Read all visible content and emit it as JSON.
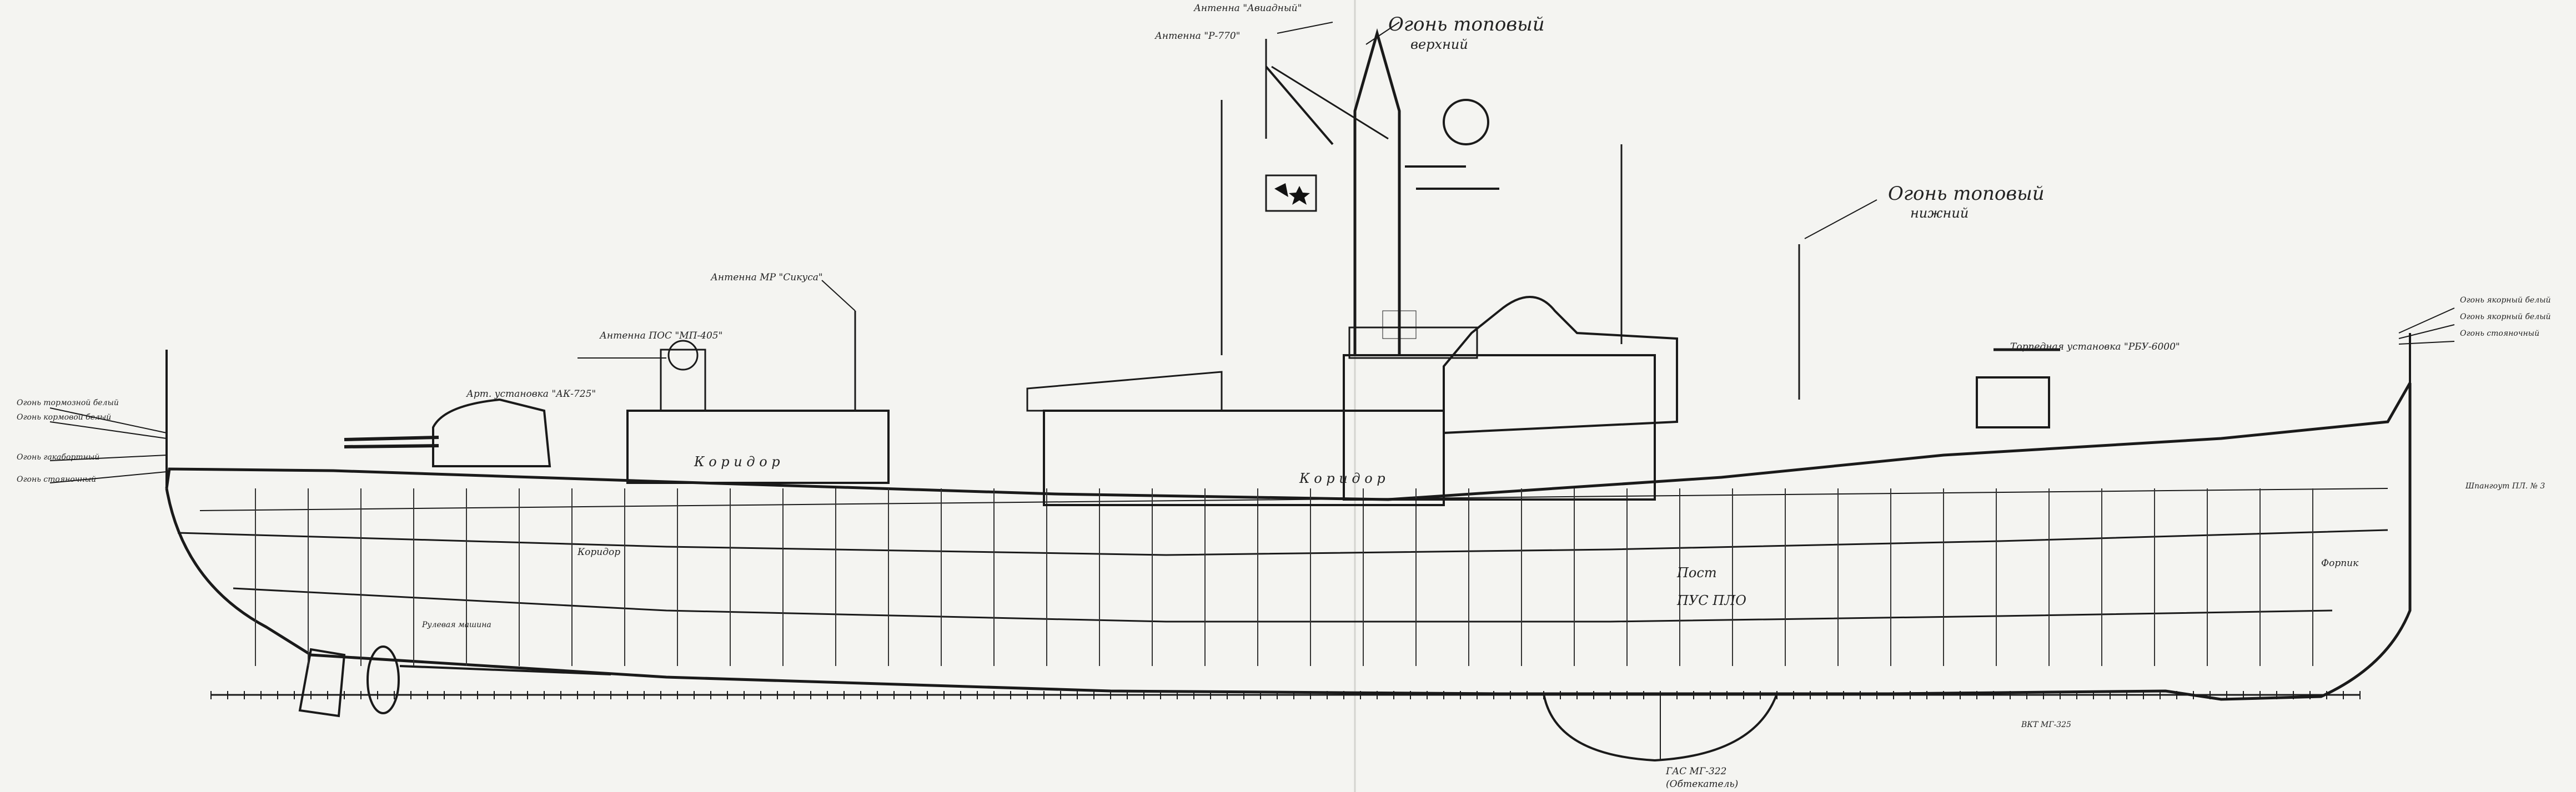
{
  "drawing": {
    "top_light_upper": "Огонь топовый",
    "top_light_upper_sub": "верхний",
    "top_light_lower": "Огонь топовый",
    "top_light_lower_sub": "нижний",
    "antenna_r770": "Антенна \"Р-770\"",
    "antenna_mast_top": "Антенна \"Авиадный\"",
    "antenna_mr302": "Антенна МР \"Сикуса\"",
    "antenna_pos": "Антенна ПОС \"МП-405\"",
    "installation_ak725": "Арт. установка \"АК-725\"",
    "left_signal_1": "Огонь тормозной белый",
    "left_signal_2": "Огонь кормовой белый",
    "left_signal_3": "Огонь гакабортный",
    "left_signal_4": "Огонь стояночный",
    "right_signal_1": "Огонь якорный белый",
    "right_signal_2": "Огонь якорный белый",
    "right_signal_3": "Огонь стояночный",
    "torpedo_label": "Торпедная установка \"РБУ-6000\"",
    "corridor_1": "К о р и д о р",
    "corridor_2": "К о р и д о р",
    "corridor_3": "Коридор",
    "pus_label": "ПУС ПЛО",
    "post_label": "Пост",
    "sonar_label": "ГАС МГ-322",
    "sonar_sub": "(Обтекатель)",
    "rudder_label": "Рулевая машина",
    "bow_label": "Форпик",
    "stbd_note": "Шпангоут ПЛ. № 3",
    "dome_bottom": "ВКТ МГ-325"
  }
}
